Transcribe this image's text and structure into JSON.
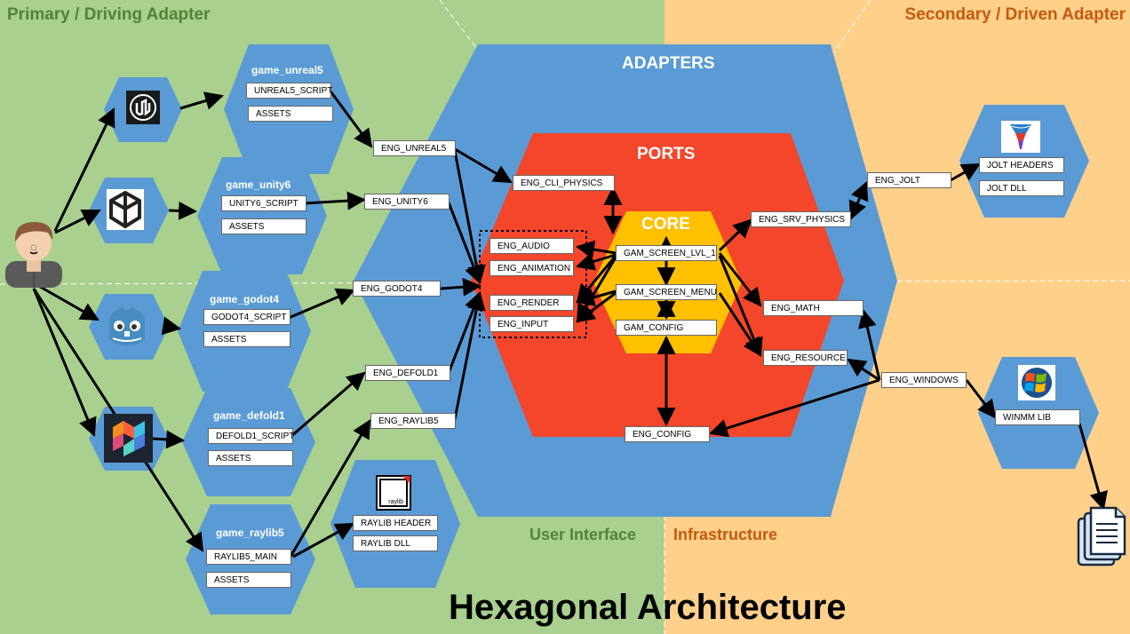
{
  "header": {
    "left_title": "Primary / Driving Adapter",
    "right_title": "Secondary / Driven Adapter",
    "main_title": "Hexagonal Architecture"
  },
  "zones": {
    "adapters": "ADAPTERS",
    "ports": "PORTS",
    "core": "CORE",
    "ui_label": "User Interface",
    "infra_label": "Infrastructure"
  },
  "games": {
    "unreal": {
      "title": "game_unreal5",
      "script": "UNREAL5_SCRIPT",
      "assets": "ASSETS"
    },
    "unity": {
      "title": "game_unity6",
      "script": "UNITY6_SCRIPT",
      "assets": "ASSETS"
    },
    "godot": {
      "title": "game_godot4",
      "script": "GODOT4_SCRIPT",
      "assets": "ASSETS"
    },
    "defold": {
      "title": "game_defold1",
      "script": "DEFOLD1_SCRIPT",
      "assets": "ASSETS"
    },
    "raylib": {
      "title": "game_raylib5",
      "script": "RAYLIB5_MAIN",
      "assets": "ASSETS"
    }
  },
  "raylib_lib": {
    "header": "RAYLIB HEADER",
    "dll": "RAYLIB DLL",
    "logo_text": "raylib"
  },
  "adapters": {
    "unreal": "ENG_UNREAL5",
    "unity": "ENG_UNITY6",
    "godot": "ENG_GODOT4",
    "defold": "ENG_DEFOLD1",
    "raylib": "ENG_RAYLIB5",
    "jolt": "ENG_JOLT",
    "windows": "ENG_WINDOWS"
  },
  "ports": {
    "cli_physics": "ENG_CLI_PHYSICS",
    "audio": "ENG_AUDIO",
    "animation": "ENG_ANIMATION",
    "render": "ENG_RENDER",
    "input": "ENG_INPUT",
    "srv_physics": "ENG_SRV_PHYSICS",
    "math": "ENG_MATH",
    "resource": "ENG_RESOURCE",
    "config": "ENG_CONFIG"
  },
  "core": {
    "screen_lvl": "GAM_SCREEN_LVL_1",
    "screen_menu": "GAM_SCREEN_MENU",
    "config": "GAM_CONFIG"
  },
  "jolt_lib": {
    "headers": "JOLT HEADERS",
    "dll": "JOLT DLL"
  },
  "winmm_lib": {
    "lib": "WINMM LIB"
  },
  "colors": {
    "left_bg": "#a9d08e",
    "right_bg": "#ffd08a",
    "hex_blue": "#5b9bd5",
    "ports_red": "#f4462a",
    "core_yellow": "#ffc000",
    "ui_green": "#548235",
    "infra_orange": "#c55a11"
  },
  "icons": [
    "user-icon",
    "unreal-engine-icon",
    "unity-icon",
    "godot-icon",
    "defold-icon",
    "raylib-icon",
    "jolt-physics-icon",
    "windows-icon",
    "documents-icon"
  ]
}
